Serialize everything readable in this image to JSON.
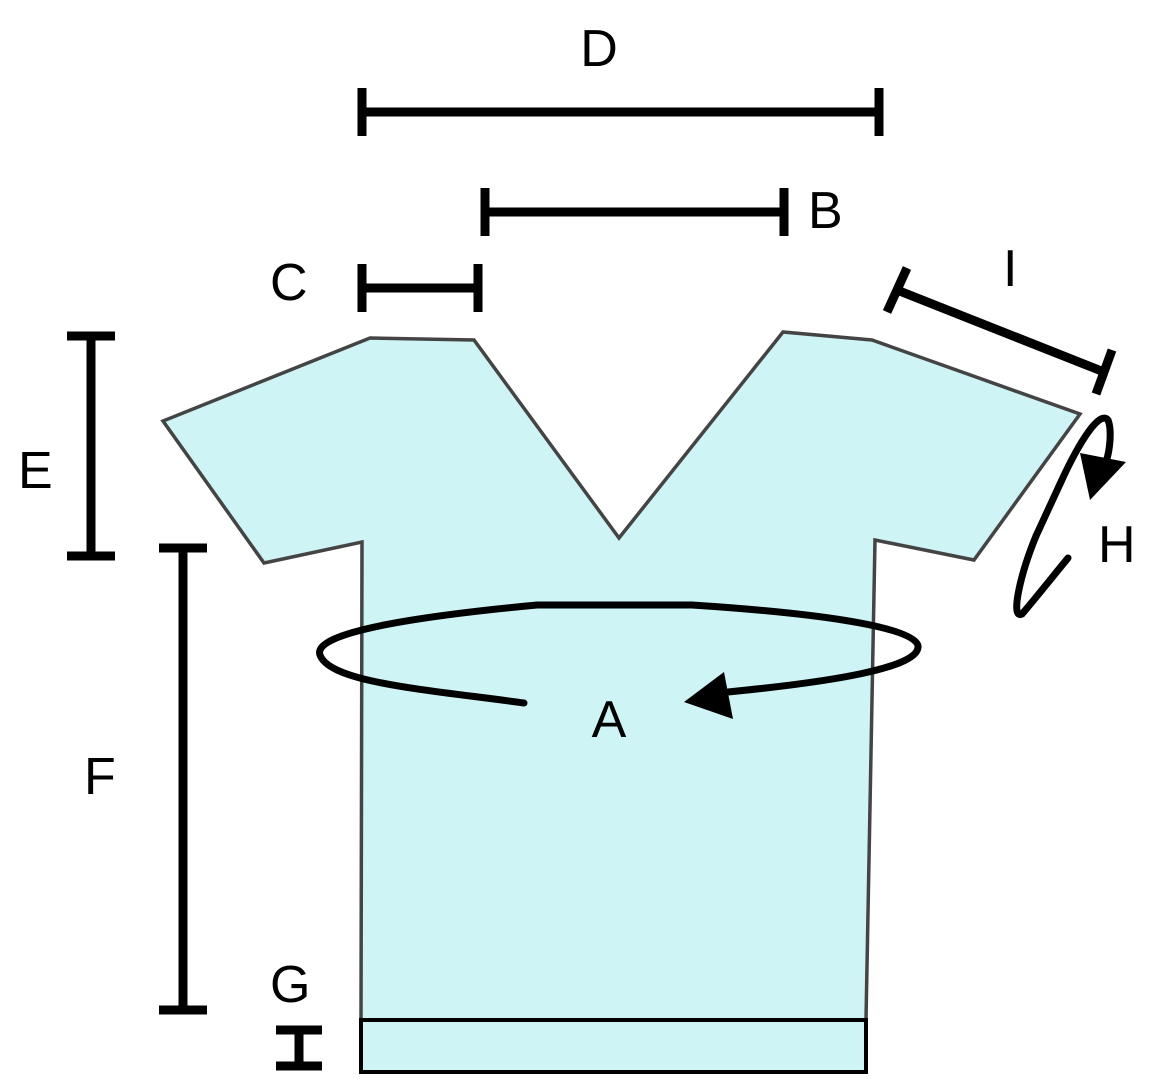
{
  "colors": {
    "garment_fill": "#cef4f6",
    "garment_outline": "#444444",
    "ink": "#000000"
  },
  "labels": {
    "A": "A",
    "B": "B",
    "C": "C",
    "D": "D",
    "E": "E",
    "F": "F",
    "G": "G",
    "H": "H",
    "I": "I"
  }
}
